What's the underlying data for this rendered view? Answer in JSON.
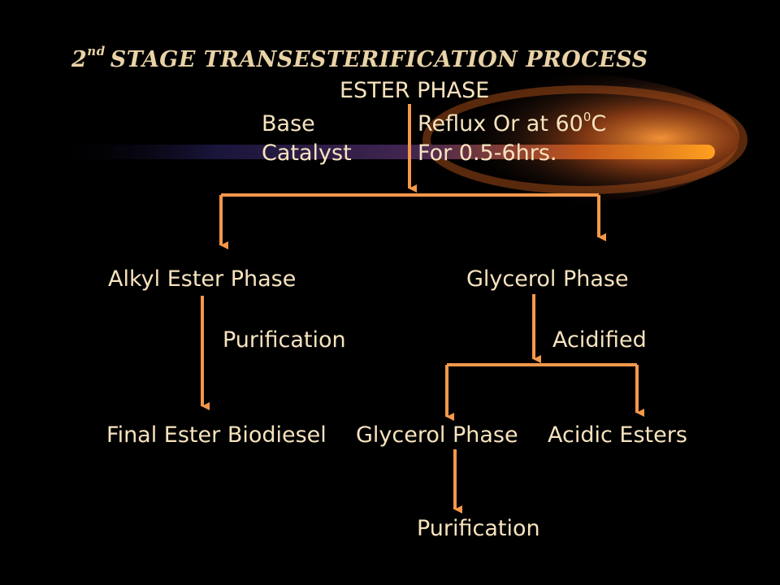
{
  "title": {
    "number": "2",
    "superscript": "nd",
    "text": "STAGE TRANSESTERIFICATION PROCESS"
  },
  "ester_phase": "ESTER PHASE",
  "catalyst_label": {
    "line1": "Base",
    "line2": "Catalyst"
  },
  "conditions": {
    "line1_prefix": "Reflux Or at 60",
    "line1_sup": "0",
    "line1_suffix": "C",
    "line2": "For 0.5-6hrs."
  },
  "nodes": {
    "alkyl_ester_phase": "Alkyl Ester Phase",
    "glycerol_phase_top": "Glycerol Phase",
    "purification_1": "Purification",
    "acidified": "Acidified",
    "final_ester_biodiesel": "Final Ester Biodiesel",
    "glycerol_phase_bottom": "Glycerol Phase",
    "acidic_esters": "Acidic Esters",
    "purification_2": "Purification"
  },
  "colors": {
    "background": "#000000",
    "text": "#f7e3be",
    "arrow": "#f4984a",
    "comet": "#ff8a1a"
  }
}
